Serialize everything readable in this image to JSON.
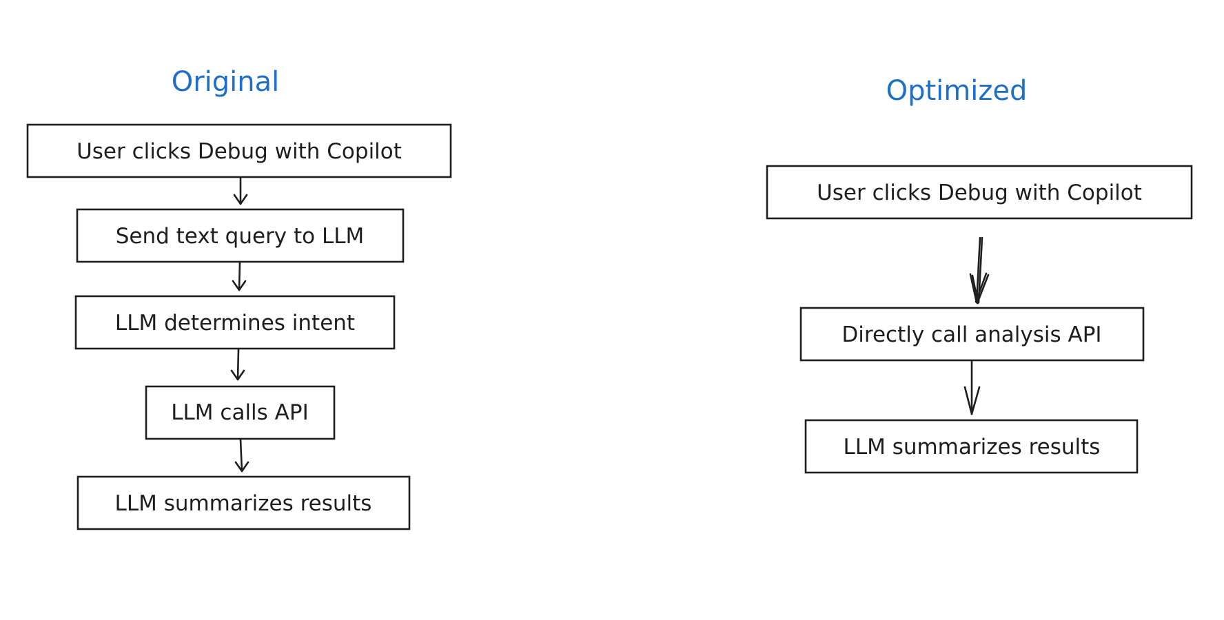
{
  "colors": {
    "title": "#1f6fc9",
    "stroke": "#1e1e1e",
    "background": "#ffffff"
  },
  "original": {
    "title": "Original",
    "steps": [
      "User clicks Debug with Copilot",
      "Send text query to LLM",
      "LLM determines intent",
      "LLM calls API",
      "LLM summarizes results"
    ]
  },
  "optimized": {
    "title": "Optimized",
    "steps": [
      "User clicks Debug with Copilot",
      "Directly call analysis API",
      "LLM summarizes results"
    ]
  }
}
